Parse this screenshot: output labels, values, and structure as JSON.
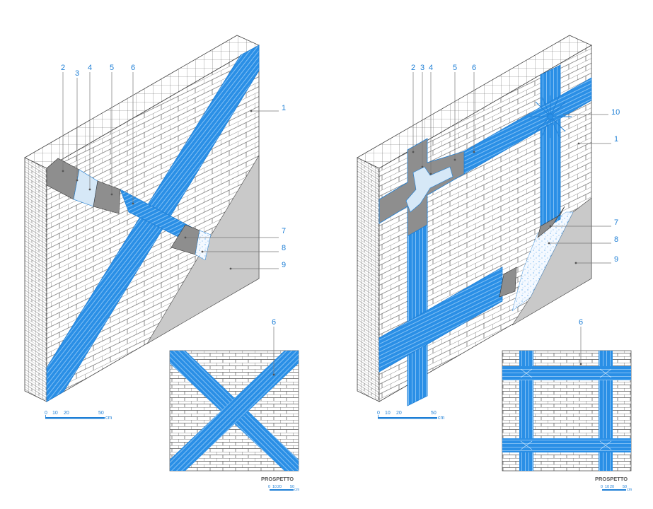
{
  "left_figure": {
    "labels_top": [
      "2",
      "3",
      "4",
      "5",
      "6"
    ],
    "labels_right": [
      "1",
      "7",
      "8",
      "9"
    ],
    "scale": {
      "ticks": [
        "0",
        "10",
        "20",
        "50"
      ],
      "unit": "cm"
    }
  },
  "left_elevation": {
    "label": "6"
  },
  "left_footer": {
    "title": "PROSPETTO",
    "scale": {
      "ticks": [
        "0",
        "10",
        "20",
        "50"
      ],
      "unit": "cm"
    }
  },
  "right_figure": {
    "labels_top": [
      "2",
      "3",
      "4",
      "5",
      "6"
    ],
    "labels_right": [
      "10",
      "1",
      "7",
      "8",
      "9"
    ],
    "scale": {
      "ticks": [
        "0",
        "10",
        "20",
        "50"
      ],
      "unit": "cm"
    }
  },
  "right_elevation": {
    "label": "6"
  },
  "right_footer": {
    "title": "PROSPETTO",
    "scale": {
      "ticks": [
        "0",
        "10",
        "20",
        "50"
      ],
      "unit": "cm"
    }
  },
  "colors": {
    "frp": "#2a8fe6",
    "frp_line": "#9fd0ff",
    "brick_line": "#555555",
    "mortar": "#d0d0d0",
    "plaster": "#c9c9c9",
    "primer": "#8e8e8e",
    "putty": "#bdbdbd"
  }
}
